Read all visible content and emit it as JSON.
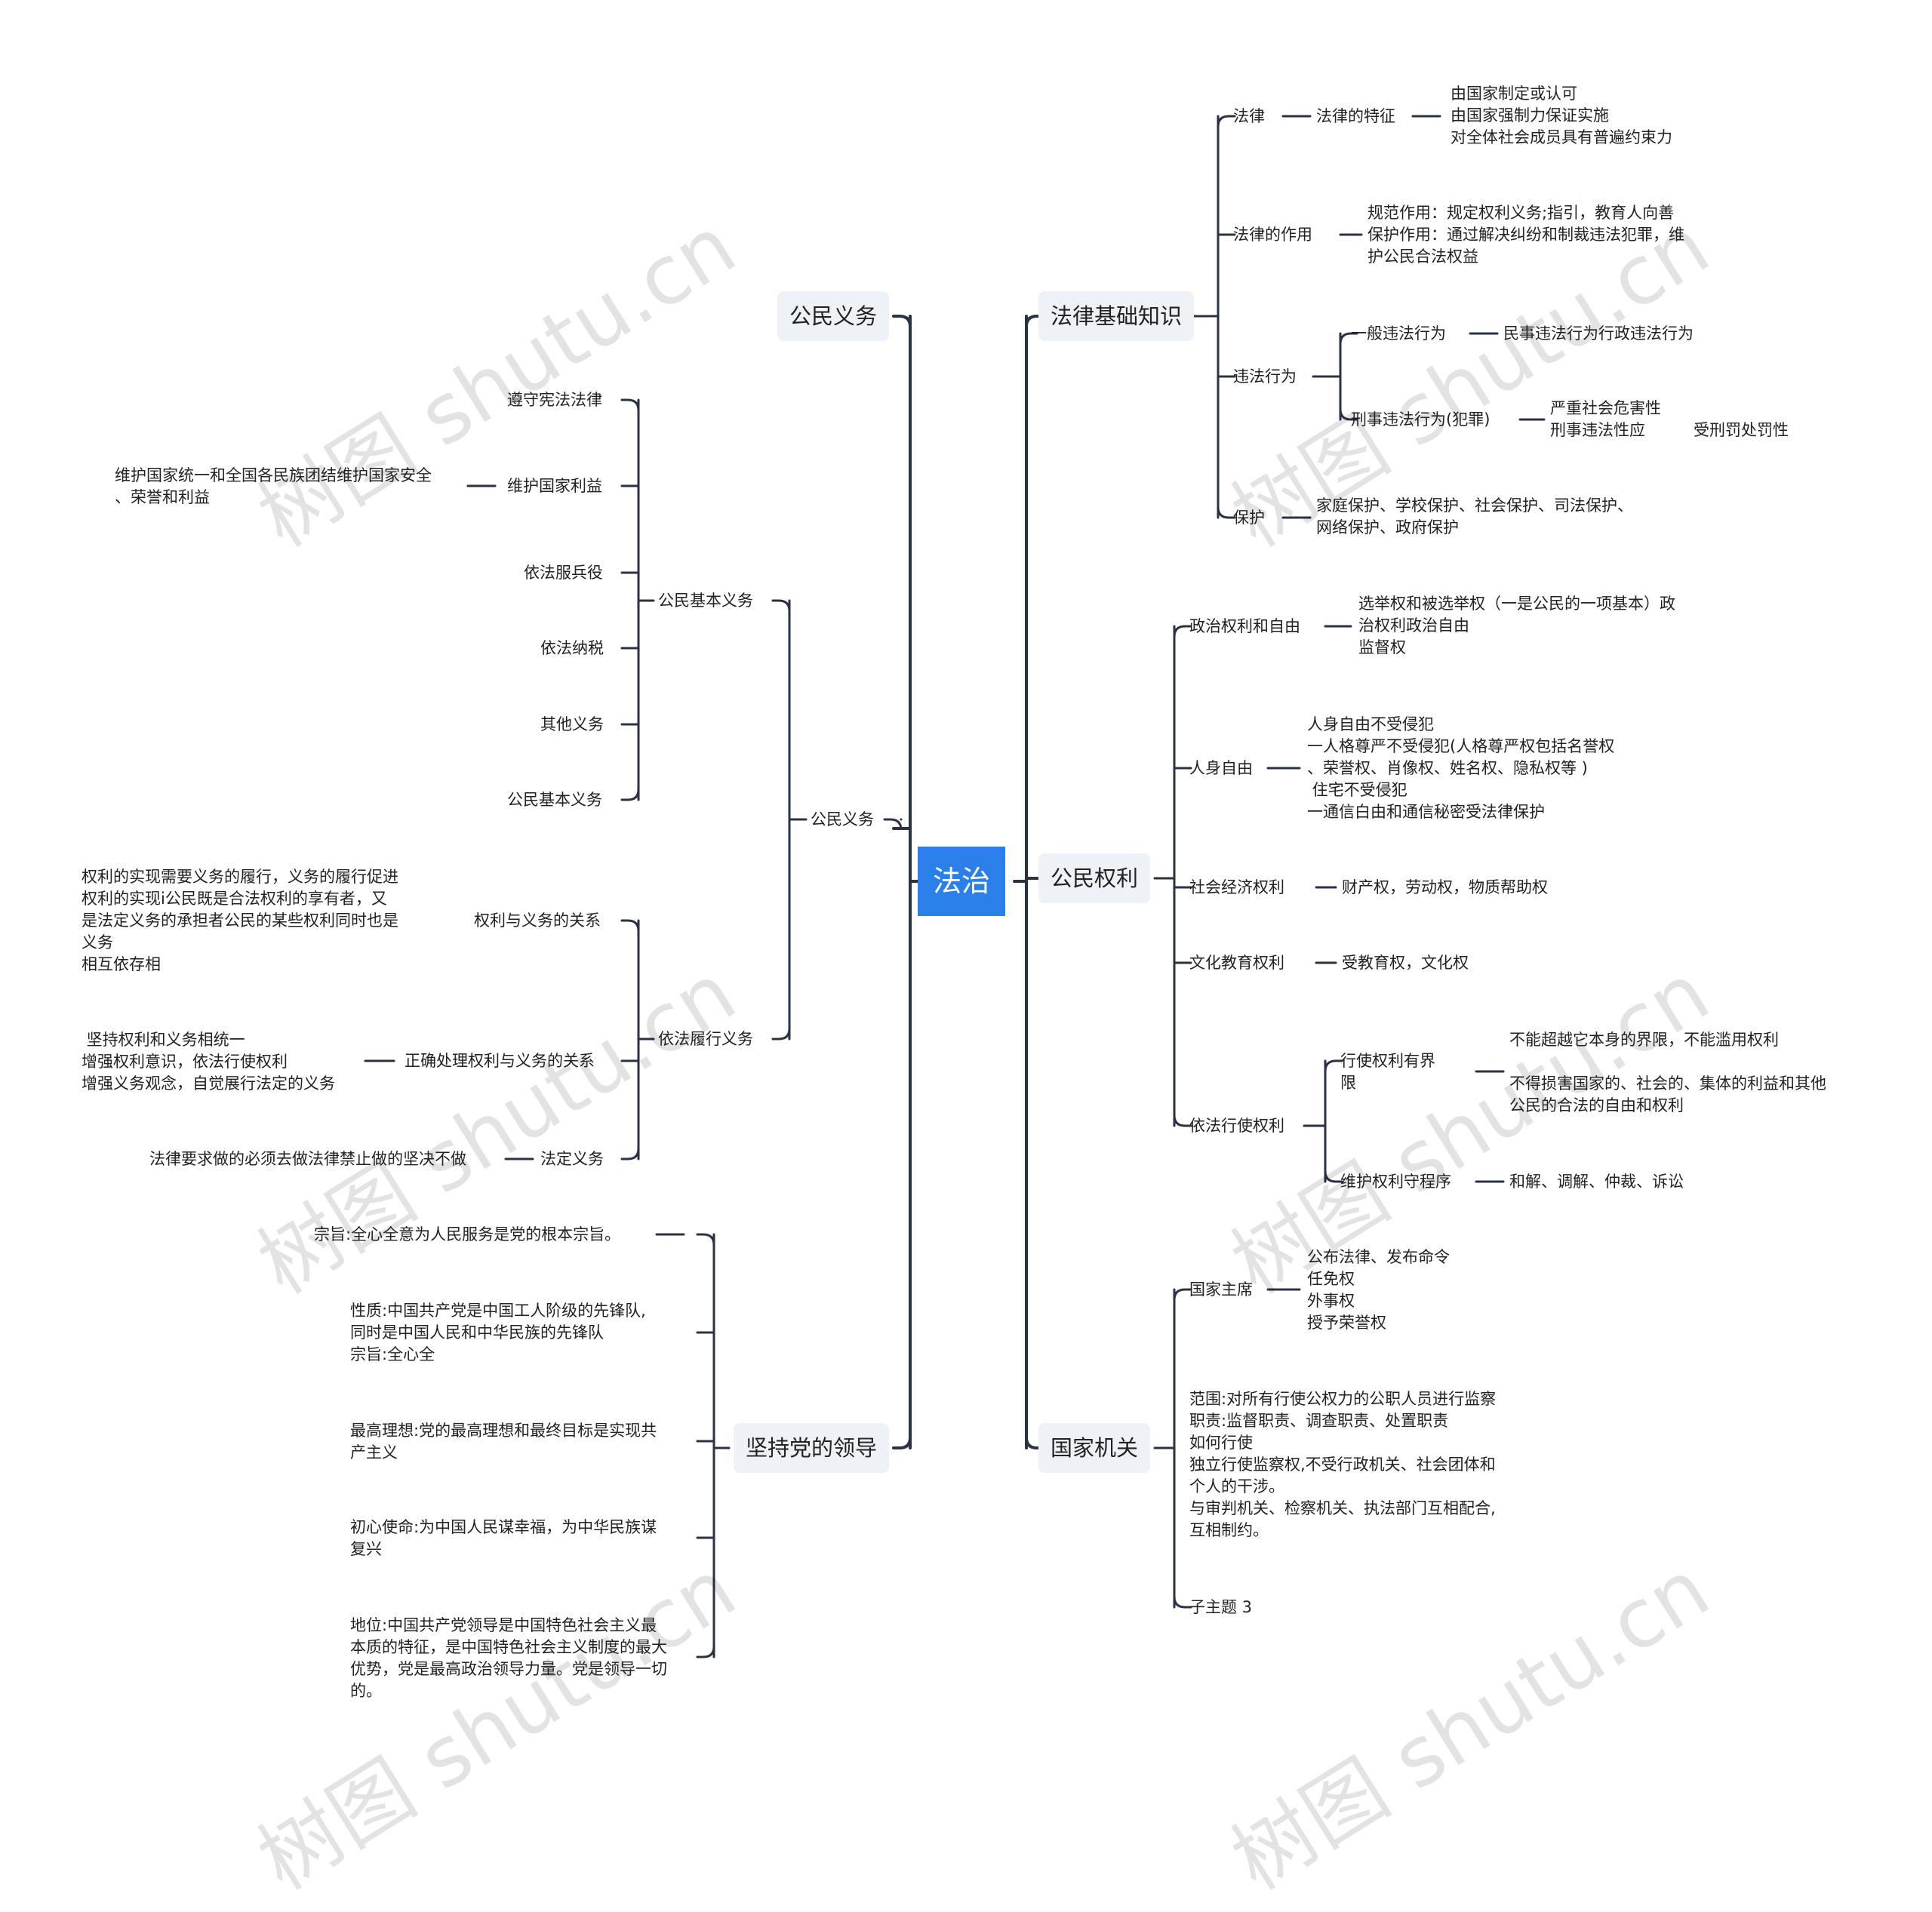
{
  "root": "法治",
  "watermark": "树图 shutu.cn",
  "colors": {
    "root_bg": "#2a7fe8",
    "branch_bg": "#eef1f5",
    "line": "#2a3344"
  },
  "right": {
    "legal_basics": {
      "label": "法律基础知识",
      "law": {
        "label": "法律",
        "feature": "法律的特征",
        "text": "由国家制定或认可\n由国家强制力保证实施\n对全体社会成员具有普遍约束力"
      },
      "role": {
        "label": "法律的作用",
        "text": "规范作用：规定权利义务;指引，教育人向善\n保护作用：通过解决纠纷和制裁违法犯罪，维\n护公民合法权益"
      },
      "illegal": {
        "label": "违法行为",
        "general": {
          "label": "一般违法行为",
          "text": "民事违法行为行政违法行为"
        },
        "criminal": {
          "label": "刑事违法行为(犯罪)",
          "text": "严重社会危害性\n刑事违法性应",
          "extra": "受刑罚处罚性"
        }
      },
      "protect": {
        "label": "保护",
        "text": "家庭保护、学校保护、社会保护、司法保护、\n网络保护、政府保护"
      }
    },
    "citizen_rights": {
      "label": "公民权利",
      "political": {
        "label": "政治权利和自由",
        "text": "选举权和被选举权（一是公民的一项基本）政\n治权利政治自由\n监督权"
      },
      "personal": {
        "label": "人身自由",
        "text": "人身自由不受侵犯\n一人格尊严不受侵犯(人格尊严权包括名誉权\n、荣誉权、肖像权、姓名权、隐私权等 )\n 住宅不受侵犯\n一通信白由和通信秘密受法律保护"
      },
      "socio": {
        "label": "社会经济权利",
        "text": "财产权，劳动权，物质帮助权"
      },
      "culture": {
        "label": "文化教育权利",
        "text": "受教育权，文化权"
      },
      "exercise": {
        "label": "依法行使权利",
        "limit": {
          "label": "行使权利有界\n限",
          "a": "不能超越它本身的界限，不能滥用权利",
          "b": "不得损害国家的、社会的、集体的利益和其他\n公民的合法的自由和权利"
        },
        "procedure": {
          "label": "维护权利守程序",
          "text": "和解、调解、仲裁、诉讼"
        }
      }
    },
    "state_organs": {
      "label": "国家机关",
      "president": {
        "label": "国家主席",
        "text": "公布法律、发布命令\n任免权\n外事权\n授予荣誉权"
      },
      "supervision": {
        "text": "范围:对所有行使公权力的公职人员进行监察\n职责:监督职责、调查职责、处置职责\n如何行使\n独立行使监察权,不受行政机关、社会团体和\n个人的干涉。\n与审判机关、检察机关、执法部门互相配合,\n互相制约。"
      },
      "sub3": {
        "label": "子主题 3"
      }
    }
  },
  "left": {
    "citizen_duty": {
      "label": "公民义务",
      "mid": "公民义务",
      "basic": {
        "label": "公民基本义务",
        "items": [
          "遵守宪法法律",
          "维护国家利益",
          "依法服兵役",
          "依法纳税",
          "其他义务",
          "公民基本义务"
        ],
        "interest_text": "维护国家统一和全国各民族团结维护国家安全\n、荣誉和利益"
      },
      "perform": {
        "label": "依法履行义务",
        "relation": {
          "label": "权利与义务的关系",
          "text": "权利的实现需要义务的履行，义务的履行促进\n权利的实现i公民既是合法权利的享有者，又\n是法定义务的承担者公民的某些权利同时也是\n义务\n相互依存相"
        },
        "correct": {
          "label": "正确处理权利与义务的关系",
          "text": " 坚持权利和义务相统一\n增强权利意识，依法行使权利\n增强义务观念，自觉展行法定的义务"
        },
        "legal": {
          "label": "法定义务",
          "text": "法律要求做的必须去做法律禁止做的坚决不做"
        }
      }
    },
    "party": {
      "label": "坚持党的领导",
      "items": [
        "宗旨:全心全意为人民服务是党的根本宗旨。",
        "性质:中国共产党是中国工人阶级的先锋队,\n同时是中国人民和中华民族的先锋队\n宗旨:全心全",
        "最高理想:党的最高理想和最终目标是实现共\n产主义",
        "初心使命:为中国人民谋幸福，为中华民族谋\n复兴",
        "地位:中国共产党领导是中国特色社会主义最\n本质的特征，是中国特色社会主义制度的最大\n优势，党是最高政治领导力量。党是领导一切\n的。"
      ]
    }
  }
}
